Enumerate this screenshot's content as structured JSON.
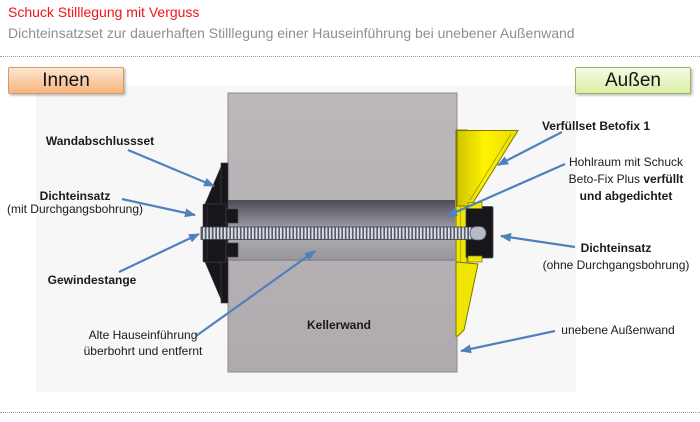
{
  "header": {
    "title": "Schuck Stilllegung mit Verguss",
    "subtitle": "Dichteinsatzset zur dauerhaften Stilllegung einer Hauseinführung bei unebener Außenwand"
  },
  "side_labels": {
    "left": "Innen",
    "right": "Außen"
  },
  "diagram": {
    "labels": {
      "wandabschlussset": "Wandabschlussset",
      "dichteinsatz_left_1": "Dichteinsatz",
      "dichteinsatz_left_2": "(mit Durchgangsbohrung)",
      "gewindestange": "Gewindestange",
      "alte_1": "Alte Hauseinführung",
      "alte_2": "überbohrt und entfernt",
      "verfuellset": "Verfüllset Betofix 1",
      "hohlraum_1": "Hohlraum mit Schuck",
      "hohlraum_2a": "Beto-Fix Plus ",
      "hohlraum_2b": "verfüllt",
      "hohlraum_3": "und abgedichtet",
      "dichteinsatz_right_1": "Dichteinsatz",
      "dichteinsatz_right_2": "(ohne Durchgangsbohrung)",
      "kellerwand": "Kellerwand",
      "aussenwand": "unebene Außenwand"
    },
    "colors": {
      "title_red": "#ee1515",
      "subtitle_gray": "#8f8f8f",
      "arrow_blue": "#4f81bd",
      "wall_gray": "#b4b0b4",
      "funnel_yellow": "#efe606",
      "seal_black": "#17171b",
      "innen_box": "#f6b47f",
      "aussen_box": "#d9efa5"
    }
  }
}
